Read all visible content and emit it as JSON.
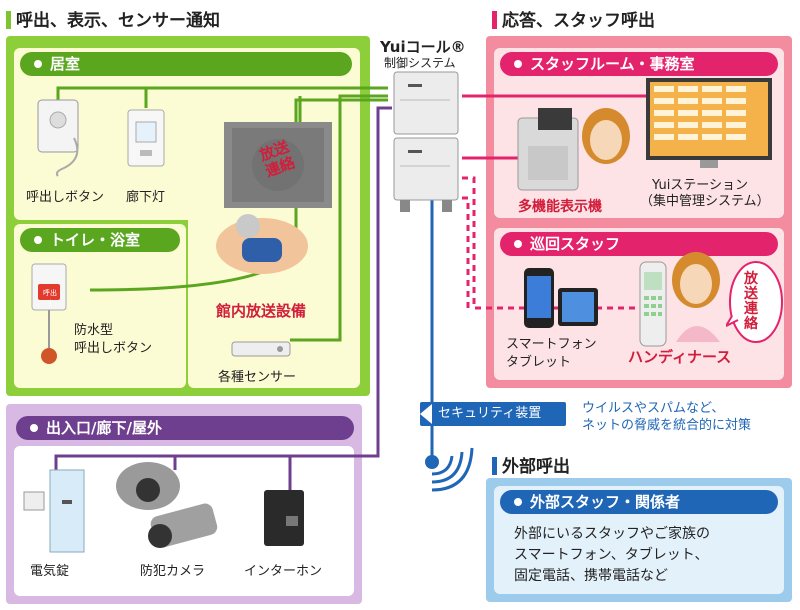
{
  "sections": {
    "call_display_sensor": "呼出、表示、センサー通知",
    "response_staff_call": "応答、スタッフ呼出",
    "external_call": "外部呼出"
  },
  "brand": {
    "logo": "Yuiコール®",
    "subtitle": "制御システム"
  },
  "room": {
    "title": "居室",
    "call_button": "呼出しボタン",
    "corridor_light": "廊下灯"
  },
  "toilet": {
    "title": "トイレ・浴室",
    "button_badge": "呼出す",
    "waterproof_button": "防水型\n呼出しボタン"
  },
  "broadcast": {
    "bubble": "放送連絡",
    "label": "館内放送設備"
  },
  "sensors": {
    "label": "各種センサー"
  },
  "entrance": {
    "title": "出入口/廊下/屋外",
    "lock": "電気錠",
    "camera": "防犯カメラ",
    "intercom": "インターホン"
  },
  "staff_room": {
    "title": "スタッフルーム・事務室",
    "multi_phone": "多機能表示機",
    "station": "Yuiステーション",
    "station_sub": "（集中管理システム）"
  },
  "patrol": {
    "title": "巡回スタッフ",
    "smartphone": "スマートフォン\nタブレット",
    "handy": "ハンディナース",
    "bubble": "放送連絡"
  },
  "security": {
    "label": "セキュリティ装置",
    "note": "ウイルスやスパムなど、\nネットの脅威を統合的に対策"
  },
  "external": {
    "title": "外部スタッフ・関係者",
    "text": "外部にいるスタッフやご家族の\nスマートフォン、タブレット、\n固定電話、携帯電話など"
  },
  "colors": {
    "green": "#7dc42f",
    "green_light": "#fbfbd4",
    "pink": "#e4236d",
    "pink_light": "#fde3e6",
    "pink_border": "#f48ca0",
    "purple": "#8a4fa4",
    "purple_light": "#d8b9e4",
    "blue": "#1f66b6",
    "blue_light": "#e3f1fb"
  }
}
